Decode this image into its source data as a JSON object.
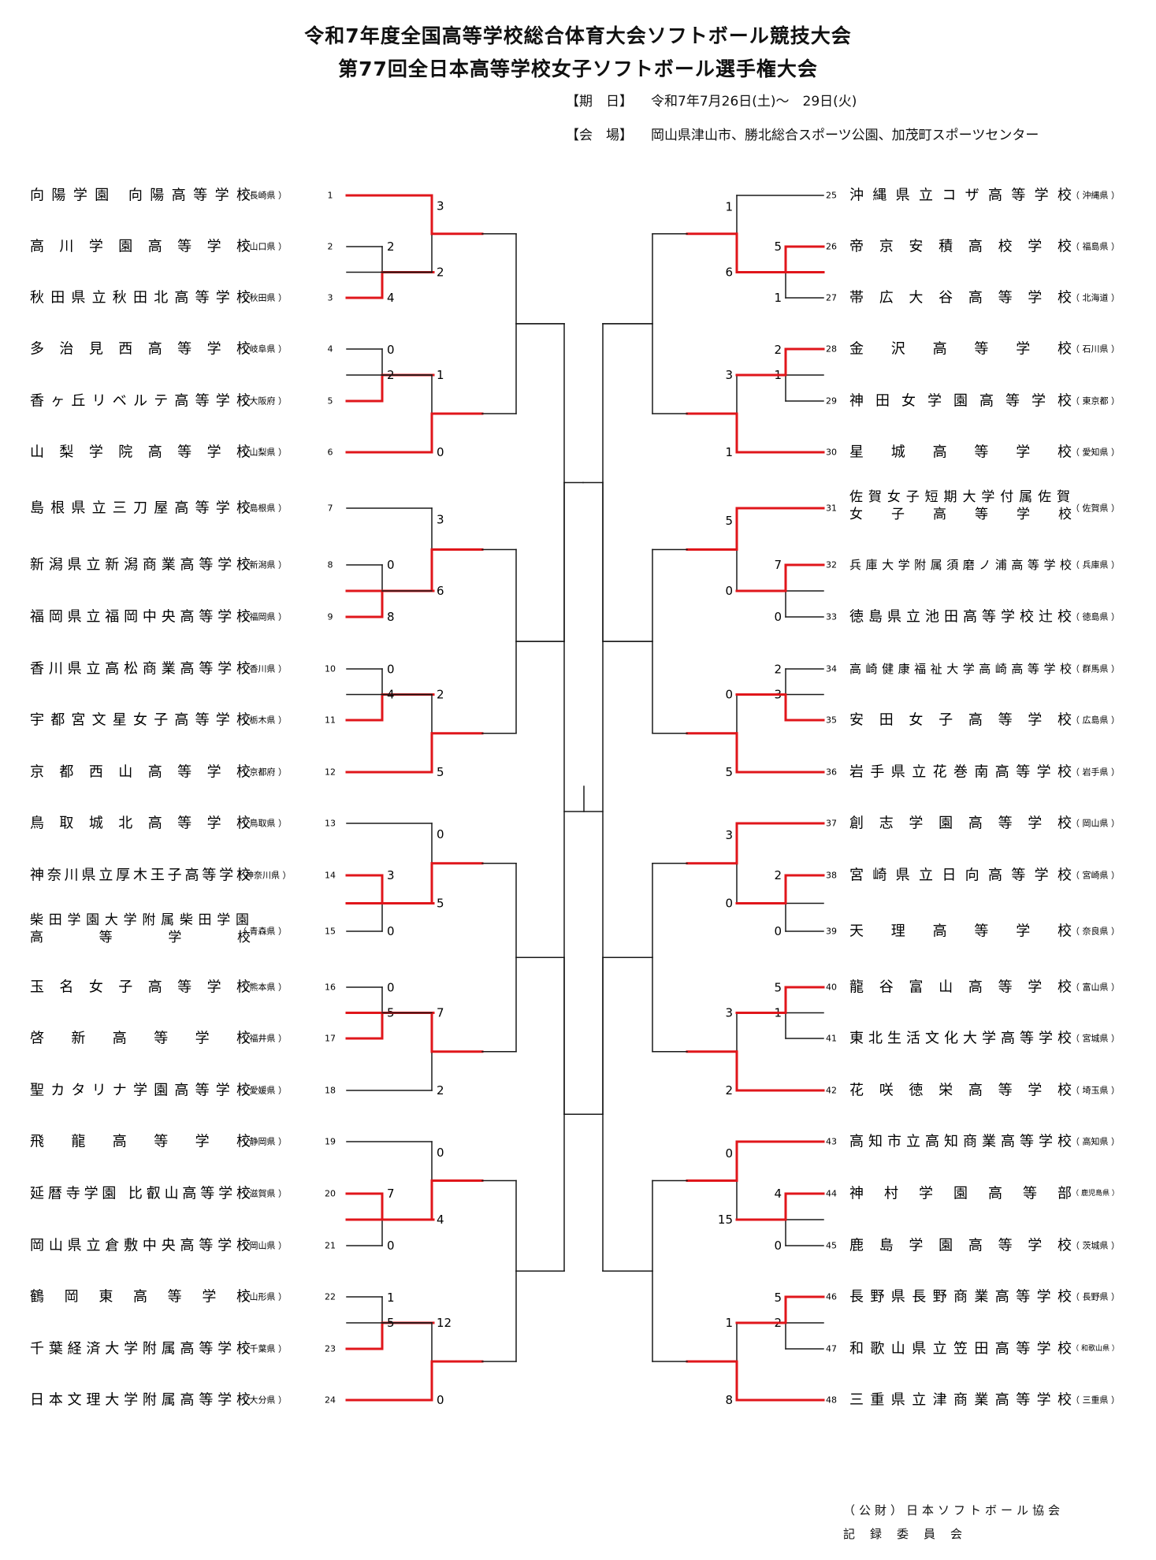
{
  "header": {
    "title1": "令和7年度全国高等学校総合体育大会ソフトボール競技大会",
    "title2": "第77回全日本高等学校女子ソフトボール選手権大会",
    "date_label": "【期　日】",
    "date_value": "令和7年7月26日(土)～　29日(火)",
    "venue_label": "【会　場】",
    "venue_value": "岡山県津山市、勝北総合スポーツ公園、加茂町スポーツセンター"
  },
  "teams": [
    {
      "no": "1",
      "name": "向陽学園 向陽高等学校",
      "pref": "長崎県"
    },
    {
      "no": "2",
      "name": "高川学園高等学校",
      "pref": "山口県"
    },
    {
      "no": "3",
      "name": "秋田県立秋田北高等学校",
      "pref": "秋田県"
    },
    {
      "no": "4",
      "name": "多治見西高等学校",
      "pref": "岐阜県"
    },
    {
      "no": "5",
      "name": "香ヶ丘リベルテ高等学校",
      "pref": "大阪府"
    },
    {
      "no": "6",
      "name": "山梨学院高等学校",
      "pref": "山梨県"
    },
    {
      "no": "7",
      "name": "島根県立三刀屋高等学校",
      "pref": "島根県"
    },
    {
      "no": "8",
      "name": "新潟県立新潟商業高等学校",
      "pref": "新潟県"
    },
    {
      "no": "9",
      "name": "福岡県立福岡中央高等学校",
      "pref": "福岡県"
    },
    {
      "no": "10",
      "name": "香川県立高松商業高等学校",
      "pref": "香川県"
    },
    {
      "no": "11",
      "name": "宇都宮文星女子高等学校",
      "pref": "栃木県"
    },
    {
      "no": "12",
      "name": "京都西山高等学校",
      "pref": "京都府"
    },
    {
      "no": "13",
      "name": "鳥取城北高等学校",
      "pref": "鳥取県"
    },
    {
      "no": "14",
      "name": "神奈川県立厚木王子高等学校",
      "pref": "神奈川県"
    },
    {
      "no": "15",
      "name": "柴田学園大学附属柴田学園高等学校",
      "pref": "青森県"
    },
    {
      "no": "16",
      "name": "玉名女子高等学校",
      "pref": "熊本県"
    },
    {
      "no": "17",
      "name": "啓新高等学校",
      "pref": "福井県"
    },
    {
      "no": "18",
      "name": "聖カタリナ学園高等学校",
      "pref": "愛媛県"
    },
    {
      "no": "19",
      "name": "飛龍高等学校",
      "pref": "静岡県"
    },
    {
      "no": "20",
      "name": "延暦寺学園 比叡山高等学校",
      "pref": "滋賀県"
    },
    {
      "no": "21",
      "name": "岡山県立倉敷中央高等学校",
      "pref": "岡山県"
    },
    {
      "no": "22",
      "name": "鶴岡東高等学校",
      "pref": "山形県"
    },
    {
      "no": "23",
      "name": "千葉経済大学附属高等学校",
      "pref": "千葉県"
    },
    {
      "no": "24",
      "name": "日本文理大学附属高等学校",
      "pref": "大分県"
    },
    {
      "no": "25",
      "name": "沖縄県立コザ高等学校",
      "pref": "沖縄県"
    },
    {
      "no": "26",
      "name": "帝京安積高校学校",
      "pref": "福島県"
    },
    {
      "no": "27",
      "name": "帯広大谷高等学校",
      "pref": "北海道"
    },
    {
      "no": "28",
      "name": "金沢高等学校",
      "pref": "石川県"
    },
    {
      "no": "29",
      "name": "神田女学園高等学校",
      "pref": "東京都"
    },
    {
      "no": "30",
      "name": "星城高等学校",
      "pref": "愛知県"
    },
    {
      "no": "31",
      "name": "佐賀女子短期大学付属佐賀女子高等学校",
      "pref": "佐賀県"
    },
    {
      "no": "32",
      "name": "兵庫大学附属須磨ノ浦高等学校",
      "pref": "兵庫県"
    },
    {
      "no": "33",
      "name": "徳島県立池田高等学校辻校",
      "pref": "徳島県"
    },
    {
      "no": "34",
      "name": "高崎健康福祉大学高崎高等学校",
      "pref": "群馬県"
    },
    {
      "no": "35",
      "name": "安田女子高等学校",
      "pref": "広島県"
    },
    {
      "no": "36",
      "name": "岩手県立花巻南高等学校",
      "pref": "岩手県"
    },
    {
      "no": "37",
      "name": "創志学園高等学校",
      "pref": "岡山県"
    },
    {
      "no": "38",
      "name": "宮崎県立日向高等学校",
      "pref": "宮崎県"
    },
    {
      "no": "39",
      "name": "天理高等学校",
      "pref": "奈良県"
    },
    {
      "no": "40",
      "name": "龍谷富山高等学校",
      "pref": "富山県"
    },
    {
      "no": "41",
      "name": "東北生活文化大学高等学校",
      "pref": "宮城県"
    },
    {
      "no": "42",
      "name": "花咲徳栄高等学校",
      "pref": "埼玉県"
    },
    {
      "no": "43",
      "name": "高知市立高知商業高等学校",
      "pref": "高知県"
    },
    {
      "no": "44",
      "name": "神村学園高等部",
      "pref": "鹿児島県"
    },
    {
      "no": "45",
      "name": "鹿島学園高等学校",
      "pref": "茨城県"
    },
    {
      "no": "46",
      "name": "長野県長野商業高等学校",
      "pref": "長野県"
    },
    {
      "no": "47",
      "name": "和歌山県立笠田高等学校",
      "pref": "和歌山県"
    },
    {
      "no": "48",
      "name": "三重県立津商業高等学校",
      "pref": "三重県"
    }
  ],
  "name_lines": {
    "15": [
      "柴田学園大学附属柴田学園",
      "高　　　等　　　学　　　校"
    ],
    "31": [
      "佐賀女子短期大学付属佐賀",
      "女　子　高　等　学　校"
    ]
  },
  "scores": {
    "left": [
      {
        "r1": [
          "",
          ""
        ],
        "r2": [
          "2",
          "4"
        ],
        "r3": [
          "3",
          "2"
        ]
      },
      {
        "r1": [
          "",
          ""
        ],
        "r2": [
          "0",
          "2"
        ],
        "r3": [
          "1",
          "0"
        ]
      },
      {
        "r1": [
          "",
          ""
        ],
        "r2": [
          "0",
          "8"
        ],
        "r3": [
          "3",
          "6"
        ]
      },
      {
        "r1": [
          "",
          ""
        ],
        "r2": [
          "0",
          "4"
        ],
        "r3": [
          "2",
          "5"
        ]
      },
      {
        "r1": [
          "",
          ""
        ],
        "r2": [
          "3",
          "0"
        ],
        "r3": [
          "0",
          "5"
        ]
      },
      {
        "r1": [
          "",
          ""
        ],
        "r2": [
          "0",
          "5"
        ],
        "r3": [
          "7",
          "2"
        ]
      },
      {
        "r1": [
          "",
          ""
        ],
        "r2": [
          "7",
          "0"
        ],
        "r3": [
          "0",
          "4"
        ]
      },
      {
        "r1": [
          "",
          ""
        ],
        "r2": [
          "1",
          "5"
        ],
        "r3": [
          "12",
          "0"
        ]
      }
    ],
    "right": [
      {
        "r2": [
          "5",
          "1"
        ],
        "r3": [
          "1",
          "6"
        ]
      },
      {
        "r2": [
          "2",
          "1"
        ],
        "r3": [
          "3",
          "1"
        ]
      },
      {
        "r2": [
          "7",
          "0"
        ],
        "r3": [
          "5",
          "0"
        ]
      },
      {
        "r2": [
          "2",
          "3"
        ],
        "r3": [
          "0",
          "5"
        ]
      },
      {
        "r2": [
          "2",
          "0"
        ],
        "r3": [
          "3",
          "0"
        ]
      },
      {
        "r2": [
          "5",
          "1"
        ],
        "r3": [
          "3",
          "2"
        ]
      },
      {
        "r2": [
          "4",
          "0"
        ],
        "r3": [
          "0",
          "15"
        ]
      },
      {
        "r2": [
          "5",
          "2"
        ],
        "r3": [
          "1",
          "8"
        ]
      }
    ]
  },
  "footer": {
    "org": "（公財）日本ソフトボール協会",
    "committee": "記　録　委　員　会"
  },
  "colors": {
    "win": "#e0161b",
    "line": "#1a1a1a"
  }
}
